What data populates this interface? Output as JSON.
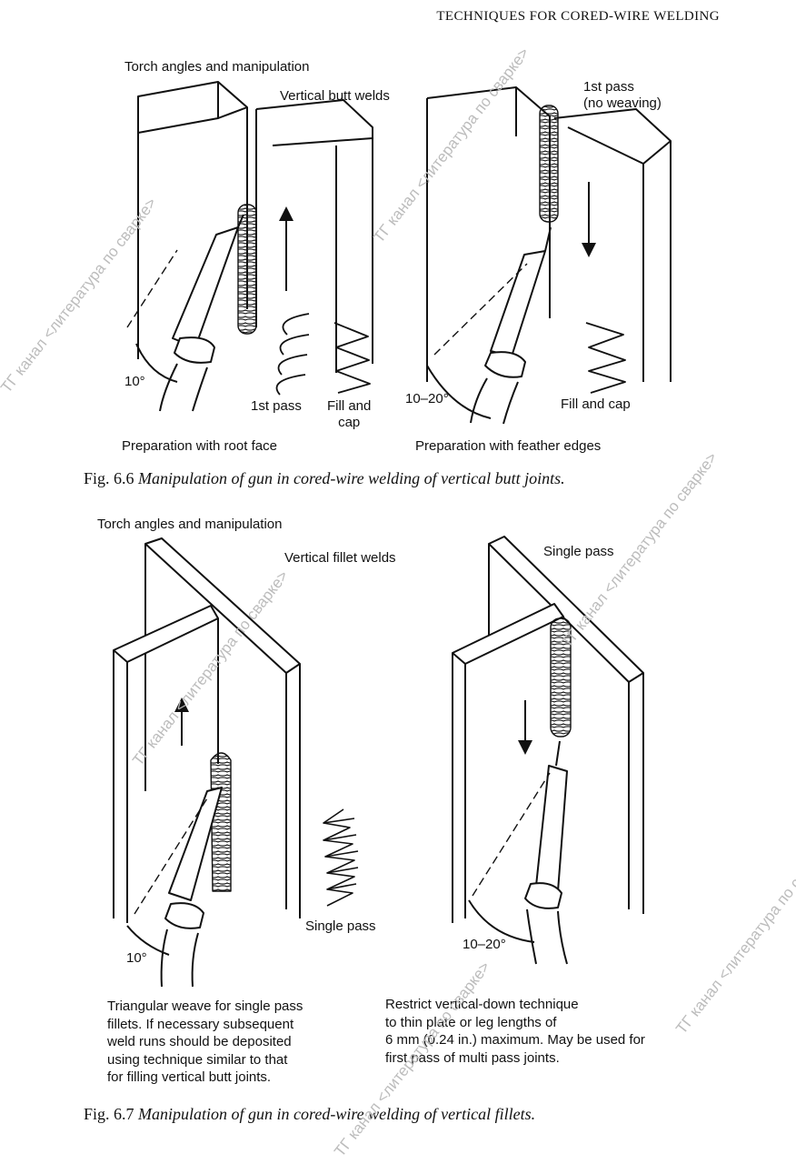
{
  "header": {
    "running_title": "TECHNIQUES FOR CORED-WIRE WELDING"
  },
  "figure_6_6": {
    "heading": "Torch angles and manipulation",
    "subheading": "Vertical butt welds",
    "left_angle": "10°",
    "left_pass_label": "1st pass",
    "left_fill_label": "Fill and\ncap",
    "left_preparation": "Preparation with root face",
    "right_pass_label": "1st pass\n(no weaving)",
    "right_angle": "10–20°",
    "right_fill_label": "Fill and cap",
    "right_preparation": "Preparation with feather edges",
    "caption_number": "Fig. 6.6",
    "caption_text": "Manipulation of gun in cored-wire welding of vertical butt joints."
  },
  "figure_6_7": {
    "heading": "Torch angles and manipulation",
    "subheading": "Vertical fillet welds",
    "right_pass_label": "Single pass",
    "weave_label": "Single pass",
    "left_angle": "10°",
    "right_angle": "10–20°",
    "left_note": "Triangular weave for single pass\nfillets. If necessary subsequent\nweld runs should be deposited\nusing technique similar to that\nfor filling vertical butt joints.",
    "right_note": "Restrict vertical-down technique\nto thin plate or leg lengths of\n6 mm (0.24 in.) maximum. May be used for\nfirst pass of multi pass joints.",
    "caption_number": "Fig. 6.7",
    "caption_text": "Manipulation of gun in cored-wire welding of vertical fillets."
  },
  "watermark": {
    "text": "ТГ канал <литература по сварке>"
  }
}
